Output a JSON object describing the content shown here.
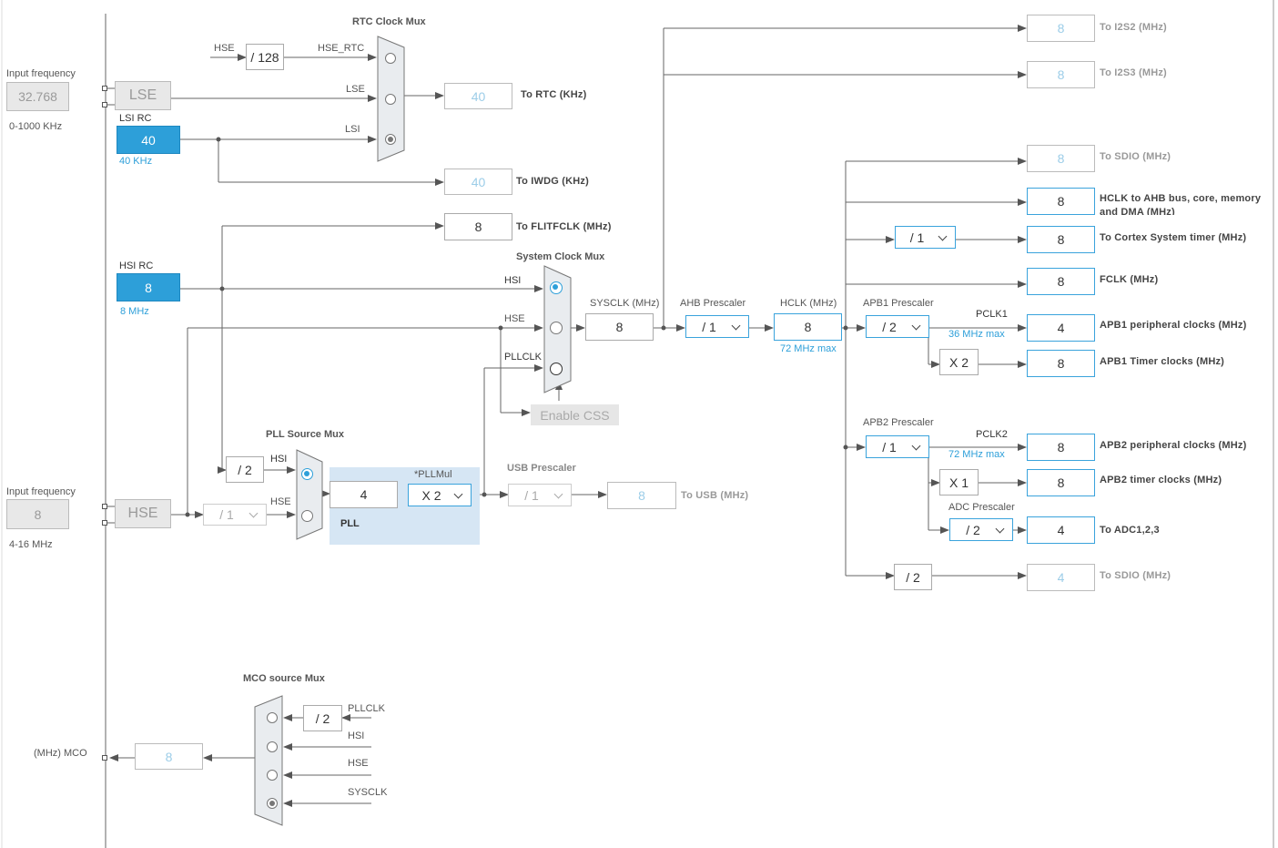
{
  "colors": {
    "accent": "#2d9fd9",
    "line": "#555555",
    "pll_bg": "#d6e6f4"
  },
  "lse_input": {
    "label": "Input frequency",
    "value": "32.768",
    "range": "0-1000 KHz",
    "name": "LSE"
  },
  "lsi": {
    "title": "LSI RC",
    "value": "40",
    "unit": "40 KHz"
  },
  "hsi": {
    "title": "HSI RC",
    "value": "8",
    "unit": "8 MHz"
  },
  "hse_input": {
    "label": "Input frequency",
    "value": "8",
    "range": "4-16 MHz",
    "name": "HSE"
  },
  "rtc": {
    "title": "RTC Clock Mux",
    "hse_label": "HSE",
    "div": "/ 128",
    "hse_rtc": "HSE_RTC",
    "lse": "LSE",
    "lsi": "LSI",
    "out_value": "40",
    "out_label": "To RTC (KHz)",
    "selected": "LSI"
  },
  "iwdg": {
    "value": "40",
    "label": "To IWDG (KHz)"
  },
  "flitf": {
    "value": "8",
    "label": "To FLITFCLK (MHz)"
  },
  "sysmux": {
    "title": "System Clock Mux",
    "hsi": "HSI",
    "hse": "HSE",
    "pllclk": "PLLCLK",
    "selected": "HSI"
  },
  "css_button": "Enable CSS",
  "pll_src": {
    "title": "PLL Source Mux",
    "div": "/ 2",
    "hsi": "HSI",
    "hse": "HSE",
    "hse_div": "/ 1",
    "selected": "HSI"
  },
  "pll": {
    "input": "4",
    "mul_label": "*PLLMul",
    "mul": "X 2",
    "name": "PLL"
  },
  "usb": {
    "title": "USB Prescaler",
    "div": "/ 1",
    "value": "8",
    "label": "To USB (MHz)"
  },
  "sysclk": {
    "label": "SYSCLK (MHz)",
    "value": "8"
  },
  "ahb": {
    "label": "AHB Prescaler",
    "value": "/ 1"
  },
  "hclk": {
    "label": "HCLK (MHz)",
    "value": "8",
    "max": "72 MHz max"
  },
  "apb1": {
    "label": "APB1 Prescaler",
    "value": "/ 2",
    "pclk": "PCLK1",
    "max": "36 MHz max",
    "timer_mul": "X 2"
  },
  "apb2": {
    "label": "APB2 Prescaler",
    "value": "/ 1",
    "pclk": "PCLK2",
    "max": "72 MHz max",
    "timer_mul": "X 1"
  },
  "adc": {
    "label": "ADC Prescaler",
    "value": "/ 2"
  },
  "cortex_div": "/ 1",
  "sdio_div": "/ 2",
  "outputs": {
    "i2s2": {
      "value": "8",
      "label": "To I2S2 (MHz)"
    },
    "i2s3": {
      "value": "8",
      "label": "To I2S3 (MHz)"
    },
    "sdio1": {
      "value": "8",
      "label": "To SDIO (MHz)"
    },
    "ahb": {
      "value": "8",
      "label": "HCLK to AHB bus, core, memory and DMA (MHz)"
    },
    "cortex": {
      "value": "8",
      "label": "To Cortex System timer (MHz)"
    },
    "fclk": {
      "value": "8",
      "label": "FCLK (MHz)"
    },
    "apb1p": {
      "value": "4",
      "label": "APB1 peripheral clocks (MHz)"
    },
    "apb1t": {
      "value": "8",
      "label": "APB1 Timer clocks (MHz)"
    },
    "apb2p": {
      "value": "8",
      "label": "APB2 peripheral clocks (MHz)"
    },
    "apb2t": {
      "value": "8",
      "label": "APB2 timer clocks (MHz)"
    },
    "adc": {
      "value": "4",
      "label": "To ADC1,2,3"
    },
    "sdio2": {
      "value": "4",
      "label": "To SDIO (MHz)"
    }
  },
  "mco": {
    "title": "MCO source Mux",
    "div": "/ 2",
    "pllclk": "PLLCLK",
    "hsi": "HSI",
    "hse": "HSE",
    "sysclk": "SYSCLK",
    "value": "8",
    "label": "(MHz) MCO",
    "selected": "SYSCLK"
  }
}
